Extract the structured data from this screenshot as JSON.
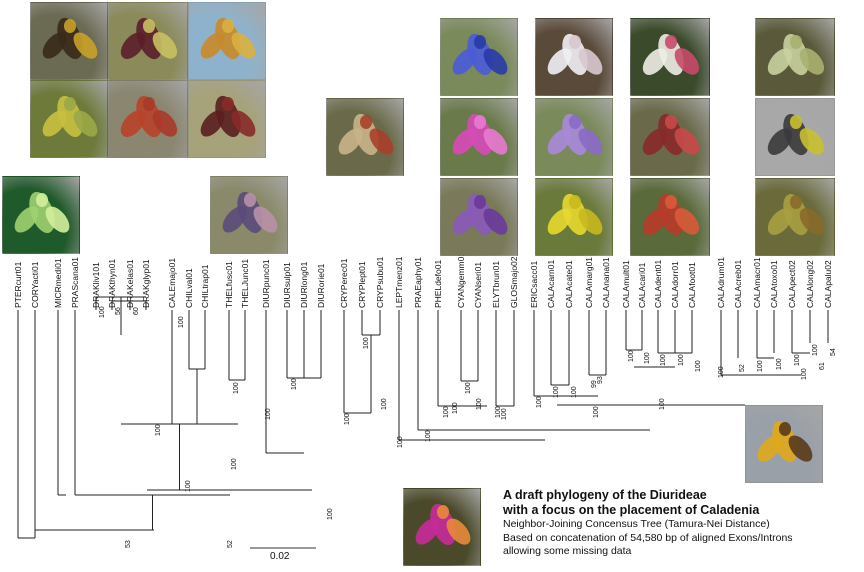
{
  "tree": {
    "taxa": [
      "PTERcurt01",
      "CORYacti01",
      "MICRmedi01",
      "PRAScana01",
      "DRAKliv101",
      "DRAKthyn01",
      "DRAKelas01",
      "DRAKglyp01",
      "CALEmajo01",
      "CHILval01",
      "CHILtrap01",
      "THELfusc01",
      "THELJunc01",
      "DIURpunc01",
      "DIURsulp01",
      "DIURlong01",
      "DIURorie01",
      "CRYPerec01",
      "CRYPlept01",
      "CRYPsubu01",
      "LEPTmenz01",
      "PRAEaphy01",
      "PHELdefo01",
      "CYANgemm01",
      "CYANseri01",
      "ELYTbrun01",
      "GLOSmajo02",
      "ERICsacc01",
      "CALAcarn01",
      "CALAcate01",
      "CALAmarg01",
      "CALAnana01",
      "CALAmult01",
      "CALAcari01",
      "CALAdent01",
      "CALAdorr01",
      "CALAfoot01",
      "CALAdrum01",
      "CALAcreb01",
      "CALAmacr01",
      "CALAtoxo01",
      "CALApect02",
      "CALAlong02",
      "CALApalu02"
    ],
    "support_values": [
      "100",
      "56",
      "60",
      "100",
      "100",
      "100",
      "100",
      "100",
      "100",
      "100",
      "100",
      "100",
      "100",
      "100",
      "100",
      "100",
      "100",
      "100",
      "100",
      "100",
      "100",
      "100",
      "100",
      "99",
      "93",
      "100",
      "100",
      "100",
      "100",
      "100",
      "100",
      "52",
      "100",
      "100",
      "100",
      "100",
      "54",
      "100",
      "61",
      "100",
      "100",
      "100",
      "100",
      "53",
      "52"
    ]
  },
  "scale_bar": {
    "label": "0.02"
  },
  "caption": {
    "title_line1": "A draft phylogeny of the Diurideae",
    "title_line2": "with a focus on the placement of Caladenia",
    "line1": "Neighbor-Joining Concensus Tree (Tamura-Nei Distance)",
    "line2": "Based on concatenation of 54,580 bp of aligned Exons/Introns",
    "line3": "allowing some missing data"
  },
  "photos": [
    {
      "name": "photo-drakaea-1",
      "bg": "#6b6a52",
      "fg": "#3a2a1a",
      "accent": "#c9a227"
    },
    {
      "name": "photo-drakaea-2",
      "bg": "#8a8a5a",
      "fg": "#5a1e2a",
      "accent": "#c9c060"
    },
    {
      "name": "photo-drakaea-3",
      "bg": "#8fb2cc",
      "fg": "#c88a2a",
      "accent": "#d9b040"
    },
    {
      "name": "photo-drakaea-4",
      "bg": "#6e7a3a",
      "fg": "#c9c040",
      "accent": "#9aa848"
    },
    {
      "name": "photo-drakaea-5",
      "bg": "#8a8670",
      "fg": "#b8422a",
      "accent": "#a83a2a"
    },
    {
      "name": "photo-drakaea-6",
      "bg": "#a6a27a",
      "fg": "#5a1e1e",
      "accent": "#8a2a2a"
    },
    {
      "name": "photo-pterostylis",
      "bg": "#1f5a2a",
      "fg": "#9ed070",
      "accent": "#d4ee9c"
    },
    {
      "name": "photo-calochilus",
      "bg": "#8a8a6a",
      "fg": "#5a4a7a",
      "accent": "#b890a8"
    },
    {
      "name": "photo-cryptostylis",
      "bg": "#6a6a4a",
      "fg": "#c9b48a",
      "accent": "#a8402a"
    },
    {
      "name": "photo-cyanicula-1",
      "bg": "#7a8a5a",
      "fg": "#4a5ad8",
      "accent": "#2a3aa8"
    },
    {
      "name": "photo-cyanicula-2",
      "bg": "#6a7a4a",
      "fg": "#d84ab8",
      "accent": "#e87ad0"
    },
    {
      "name": "photo-cyanicula-3",
      "bg": "#7a7a5a",
      "fg": "#8a5ab8",
      "accent": "#6a3a9a"
    },
    {
      "name": "photo-ericksonella-1",
      "bg": "#5a4a3a",
      "fg": "#f0f0f4",
      "accent": "#d8c8d0"
    },
    {
      "name": "photo-ericksonella-2",
      "bg": "#7a8a5a",
      "fg": "#a888d8",
      "accent": "#8a6ac8"
    },
    {
      "name": "photo-ericksonella-3",
      "bg": "#6a7a3a",
      "fg": "#e8d830",
      "accent": "#c8b820"
    },
    {
      "name": "photo-caladenia-1",
      "bg": "#3a4a2a",
      "fg": "#f0ece4",
      "accent": "#c84a6a"
    },
    {
      "name": "photo-caladenia-2",
      "bg": "#6a6a4a",
      "fg": "#8a2a2a",
      "accent": "#c84a4a"
    },
    {
      "name": "photo-caladenia-3",
      "bg": "#5a6a3a",
      "fg": "#b83a2a",
      "accent": "#d85a3a"
    },
    {
      "name": "photo-caladenia-4",
      "bg": "#5a5a3a",
      "fg": "#c8d0a0",
      "accent": "#a8b070"
    },
    {
      "name": "photo-caladenia-5",
      "bg": "#a8a8a8",
      "fg": "#3a3a3a",
      "accent": "#c8c030"
    },
    {
      "name": "photo-caladenia-6",
      "bg": "#6a6a3a",
      "fg": "#a8a040",
      "accent": "#8a6a2a"
    },
    {
      "name": "photo-diuris",
      "bg": "#9aa0a8",
      "fg": "#e0a81a",
      "accent": "#5a3a1a"
    },
    {
      "name": "photo-caladenia-pink",
      "bg": "#4a4a2a",
      "fg": "#c82a9a",
      "accent": "#e88a3a"
    }
  ]
}
